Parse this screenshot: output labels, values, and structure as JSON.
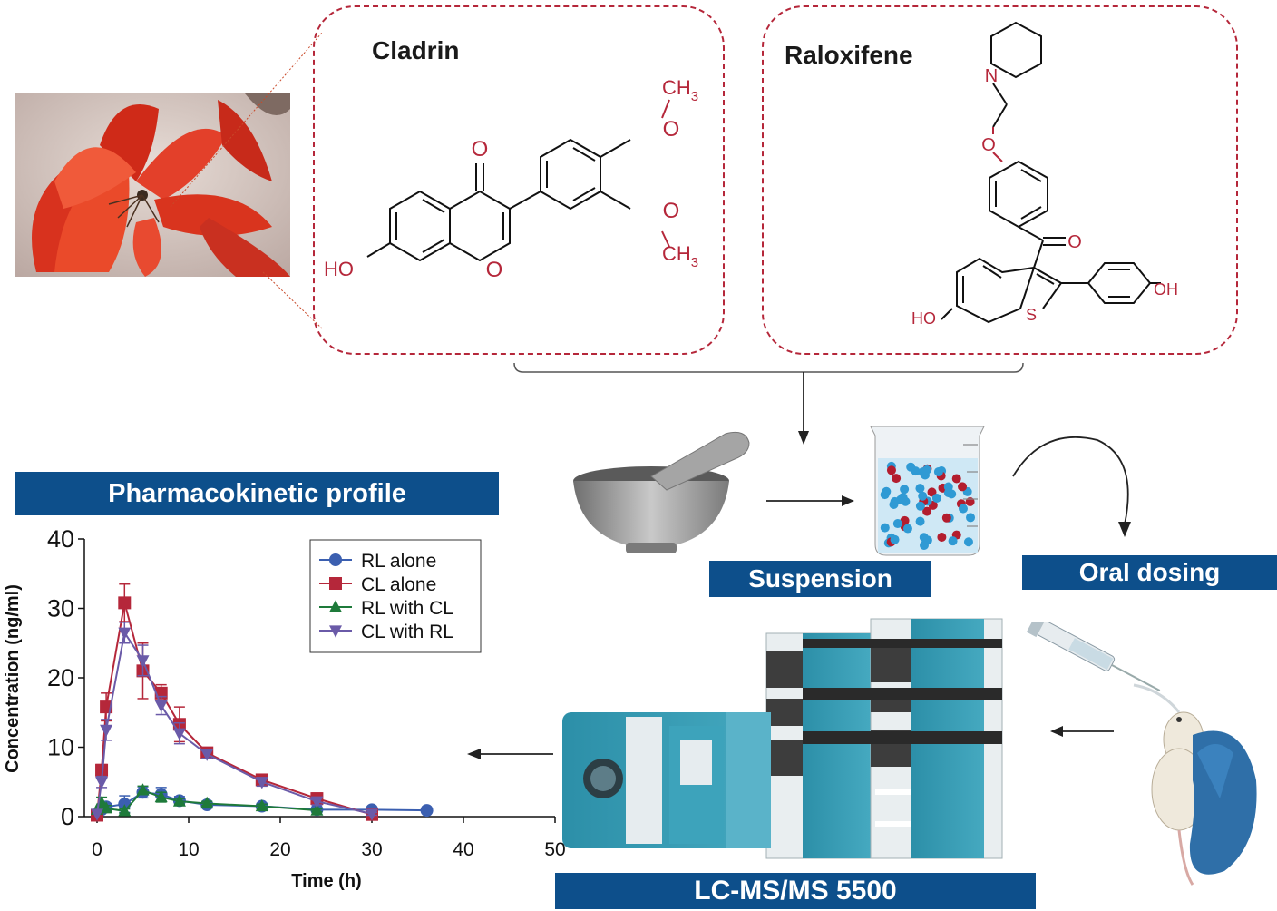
{
  "compounds": {
    "cladrin": {
      "name": "Cladrin",
      "labels": {
        "o_ketone": "O",
        "o_ring": "O",
        "ho": "HO",
        "o_top": "O",
        "o_bottom": "O",
        "ch3_top": "CH",
        "ch3_top_sub": "3",
        "ch3_bottom": "CH",
        "ch3_bottom_sub": "3"
      }
    },
    "raloxifene": {
      "name": "Raloxifene",
      "labels": {
        "n": "N",
        "o_ether": "O",
        "o_ketone": "O",
        "ho_left": "HO",
        "s": "S",
        "oh_right": "OH"
      }
    }
  },
  "workflow": {
    "suspension_label": "Suspension",
    "oral_dosing_label": "Oral dosing",
    "instrument_label": "LC-MS/MS 5500"
  },
  "colors": {
    "banner": "#0d4f8b",
    "dash": "#b5273a",
    "chem_red": "#b5273a",
    "rl_alone": "#3b5fb0",
    "cl_alone": "#b5273a",
    "rl_with_cl": "#1e7a3a",
    "cl_with_rl": "#6a5aa8"
  },
  "chart_title": "Pharmacokinetic profile",
  "chart_data": {
    "type": "line",
    "title": "Pharmacokinetic profile",
    "xlabel": "Time (h)",
    "ylabel": "Concentration (ng/ml)",
    "xlim": [
      0,
      50
    ],
    "ylim": [
      0,
      40
    ],
    "xticks": [
      0,
      10,
      20,
      30,
      40,
      50
    ],
    "yticks": [
      0,
      10,
      20,
      30,
      40
    ],
    "legend_position": "top-right",
    "series": [
      {
        "name": "RL alone",
        "marker": "circle",
        "color": "#3b5fb0",
        "x": [
          0,
          0.5,
          1,
          3,
          5,
          7,
          9,
          12,
          18,
          24,
          30,
          36
        ],
        "y": [
          0.2,
          1.0,
          1.4,
          1.8,
          3.5,
          3.2,
          2.3,
          1.7,
          1.5,
          1.0,
          1.0,
          0.9
        ],
        "err": [
          0,
          0.4,
          0.5,
          1.2,
          0.8,
          1.0,
          0.6,
          0.4,
          0.4,
          0.3,
          0.3,
          0.3
        ]
      },
      {
        "name": "CL alone",
        "marker": "square",
        "color": "#b5273a",
        "x": [
          0,
          0.5,
          1,
          3,
          5,
          7,
          9,
          12,
          18,
          24,
          30
        ],
        "y": [
          0.2,
          6.7,
          15.8,
          30.8,
          21.0,
          17.8,
          13.3,
          9.2,
          5.3,
          2.6,
          0.3
        ],
        "err": [
          0,
          0.8,
          2.0,
          2.7,
          4.0,
          1.2,
          2.5,
          0.6,
          0.8,
          0.8,
          0.2
        ]
      },
      {
        "name": "RL with CL",
        "marker": "triangle-up",
        "color": "#1e7a3a",
        "x": [
          0,
          0.5,
          1,
          3,
          5,
          7,
          9,
          12,
          18,
          24
        ],
        "y": [
          1.0,
          2.0,
          1.2,
          0.8,
          3.8,
          2.8,
          2.2,
          1.9,
          1.5,
          0.9
        ],
        "err": [
          0,
          0.8,
          0.4,
          0.3,
          0.6,
          0.7,
          0.4,
          0.3,
          0.3,
          0.2
        ]
      },
      {
        "name": "CL with RL",
        "marker": "triangle-down",
        "color": "#6a5aa8",
        "x": [
          0,
          0.5,
          1,
          3,
          5,
          7,
          9,
          12,
          18,
          24,
          30
        ],
        "y": [
          0.4,
          5.0,
          12.5,
          26.5,
          22.5,
          16.0,
          12.0,
          9.0,
          5.0,
          2.2,
          0.4
        ],
        "err": [
          0,
          0.8,
          1.5,
          1.5,
          2.2,
          1.3,
          1.5,
          0.6,
          0.6,
          0.5,
          0.2
        ]
      }
    ]
  }
}
